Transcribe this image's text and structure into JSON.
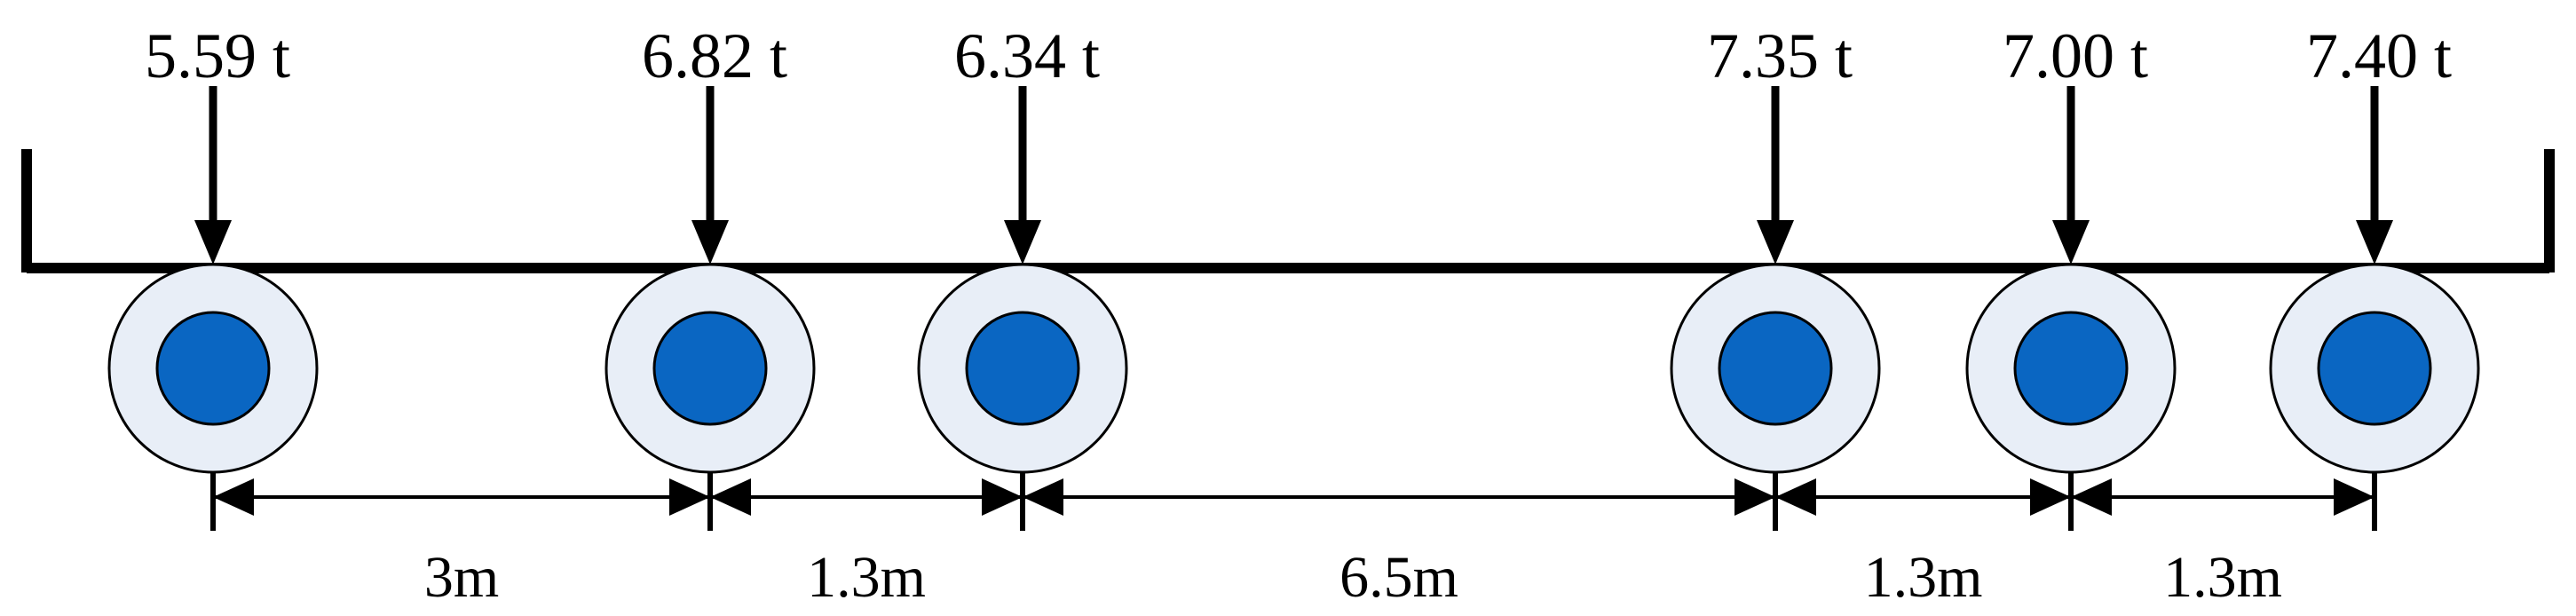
{
  "colors": {
    "line": "#000000",
    "wheel_outer": "#e8eef7",
    "wheel_inner": "#0a66c2"
  },
  "loads": [
    {
      "label": "5.59 t"
    },
    {
      "label": "6.82 t"
    },
    {
      "label": "6.34 t"
    },
    {
      "label": "7.35 t"
    },
    {
      "label": "7.00 t"
    },
    {
      "label": "7.40 t"
    }
  ],
  "spacings": [
    {
      "label": "3m"
    },
    {
      "label": "1.3m"
    },
    {
      "label": "6.5m"
    },
    {
      "label": "1.3m"
    },
    {
      "label": "1.3m"
    }
  ]
}
